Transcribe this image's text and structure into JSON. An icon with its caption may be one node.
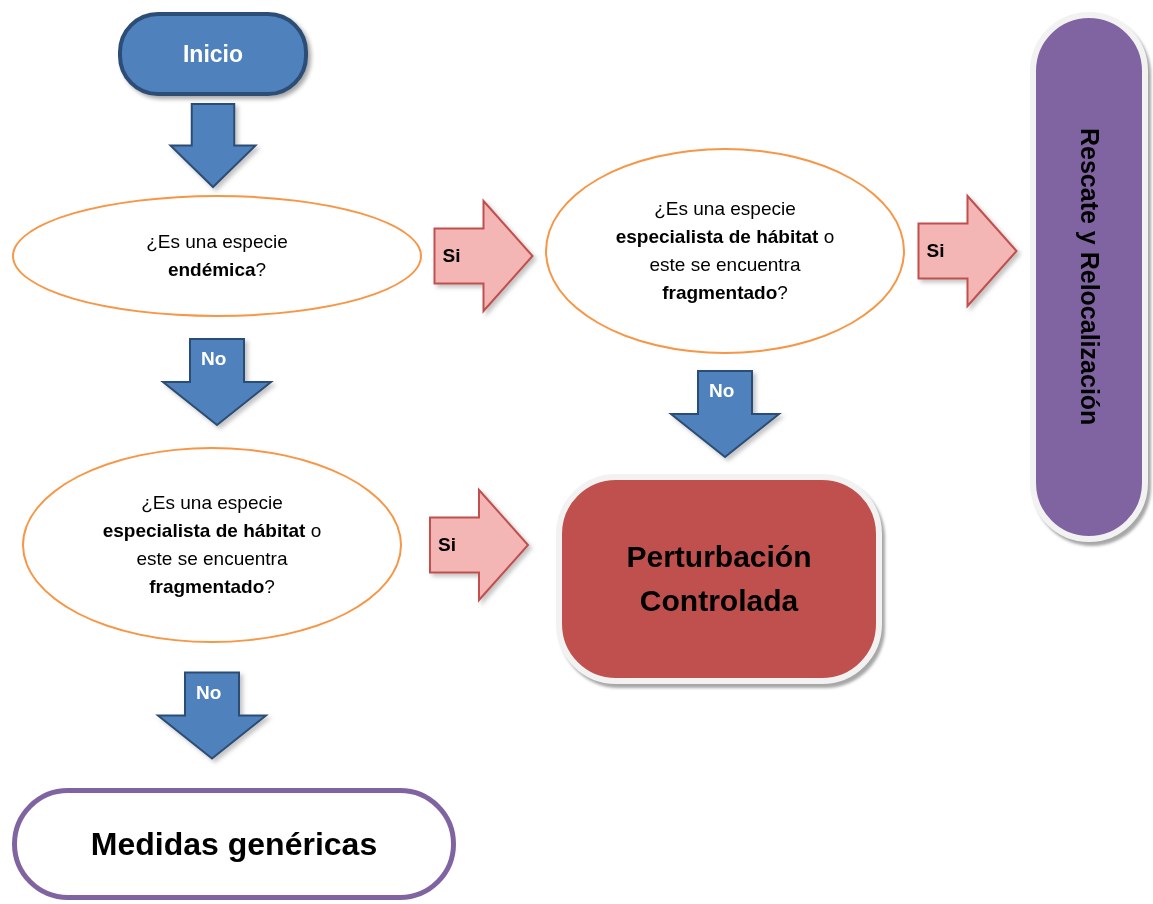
{
  "diagram": {
    "nodes": [
      {
        "text": [
          "Inicio"
        ]
      },
      {
        "text": [
          "¿Es una especie **endémica**?"
        ]
      },
      {
        "text": [
          "¿Es una especie **especialista de hábitat** o este se encuentra **fragmentado**?"
        ]
      },
      {
        "text": [
          "Rescate y Relocalización"
        ]
      },
      {
        "text": [
          "¿Es una especie **especialista de hábitat** o este se encuentra **fragmentado**?"
        ]
      },
      {
        "text": [
          "Perturbación Controlada"
        ]
      },
      {
        "text": [
          "Medidas genéricas"
        ]
      }
    ],
    "edges": [
      {
        "from": 0,
        "to": 1,
        "arrow": "to"
      },
      {
        "from": 1,
        "to": 2,
        "arrow": "to",
        "label": "Si",
        "color": "#f4b6b5"
      },
      {
        "from": 2,
        "to": 3,
        "arrow": "to",
        "label": "Si",
        "color": "#f4b6b5"
      },
      {
        "from": 1,
        "to": 4,
        "arrow": "to",
        "label": "No"
      },
      {
        "from": 2,
        "to": 5,
        "arrow": "to",
        "label": "No"
      },
      {
        "from": 4,
        "to": 5,
        "arrow": "to",
        "label": "Si",
        "color": "#f4b6b5"
      },
      {
        "from": 4,
        "to": 6,
        "arrow": "to",
        "label": "No"
      }
    ]
  }
}
